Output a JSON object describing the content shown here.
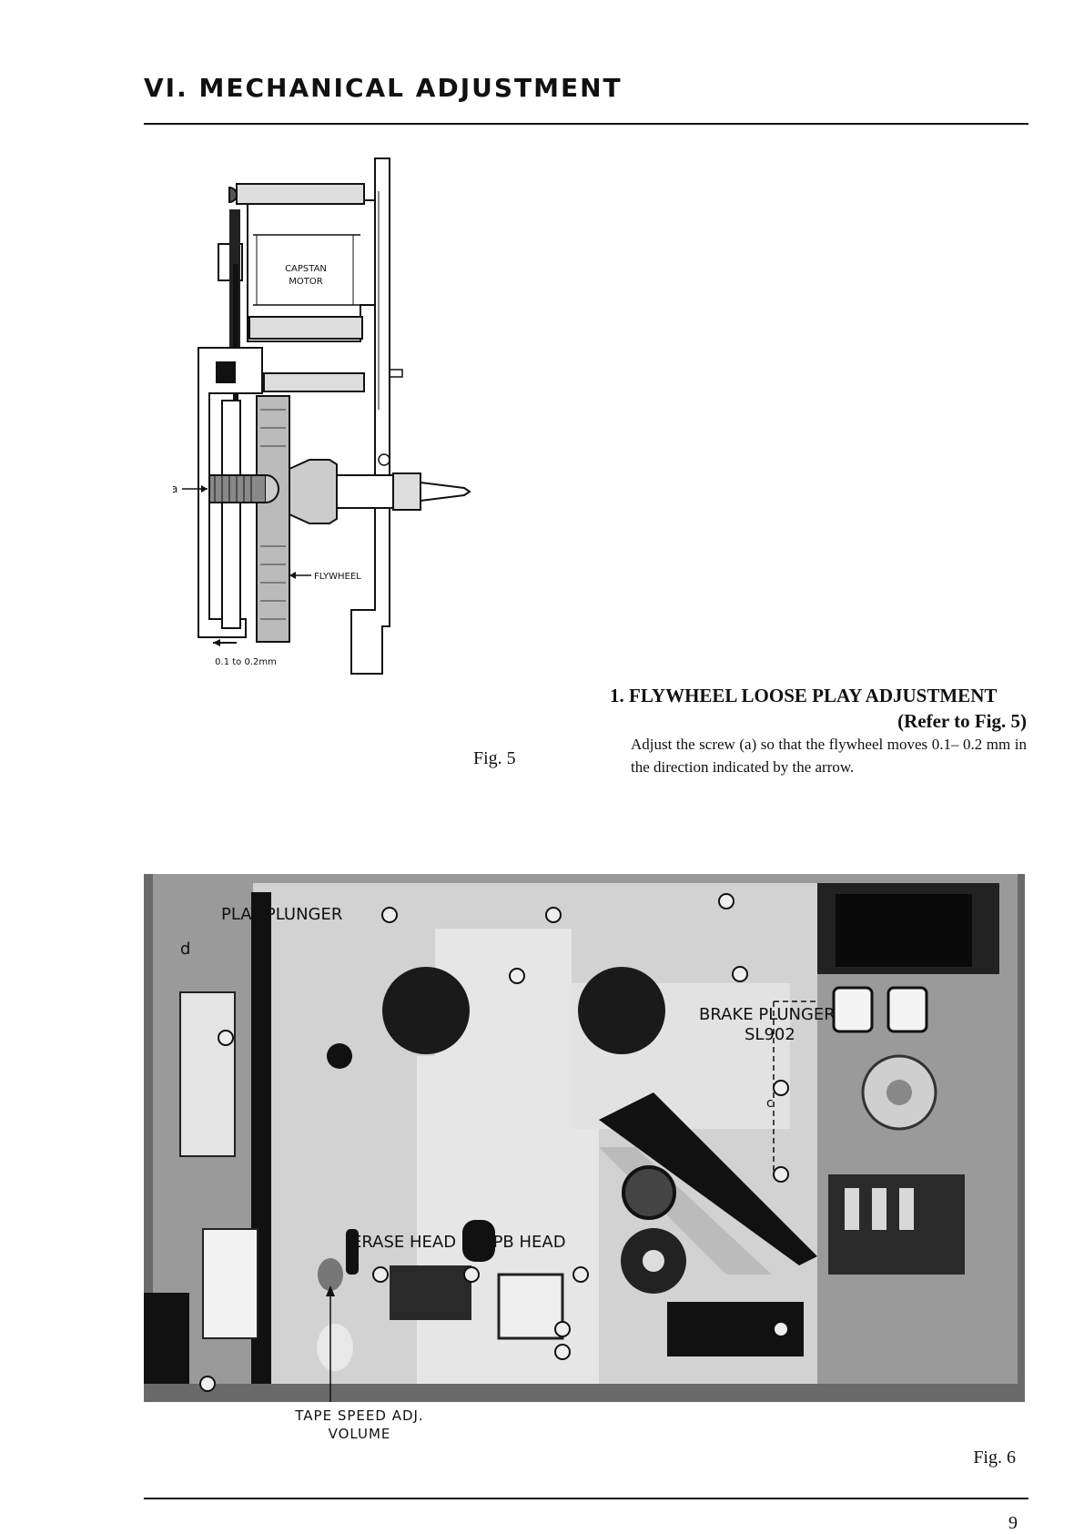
{
  "header": {
    "title": "VI. MECHANICAL ADJUSTMENT"
  },
  "figure5": {
    "caption": "Fig. 5",
    "labels": {
      "motor_line1": "CAPSTAN",
      "motor_line2": "MOTOR",
      "screw": "a",
      "flywheel": "FLYWHEEL",
      "play": "0.1 to 0.2mm"
    }
  },
  "adjustment": {
    "heading": "1. FLYWHEEL LOOSE PLAY ADJUSTMENT",
    "reference": "(Refer to Fig. 5)",
    "body": "Adjust the screw (a) so that the flywheel moves 0.1– 0.2 mm in the direction indicated by the arrow."
  },
  "figure6": {
    "caption": "Fig. 6",
    "labels": {
      "play_plunger": "PLAY PLUNGER",
      "d": "d",
      "brake_plunger": "BRAKE PLUNGER",
      "sl902": "SL902",
      "c": "c",
      "erase_head": "ERASE HEAD",
      "rpb_head": "R/PB HEAD",
      "tape_speed_line1": "TAPE SPEED ADJ.",
      "tape_speed_line2": "VOLUME"
    }
  },
  "footer": {
    "page_number": "9"
  }
}
